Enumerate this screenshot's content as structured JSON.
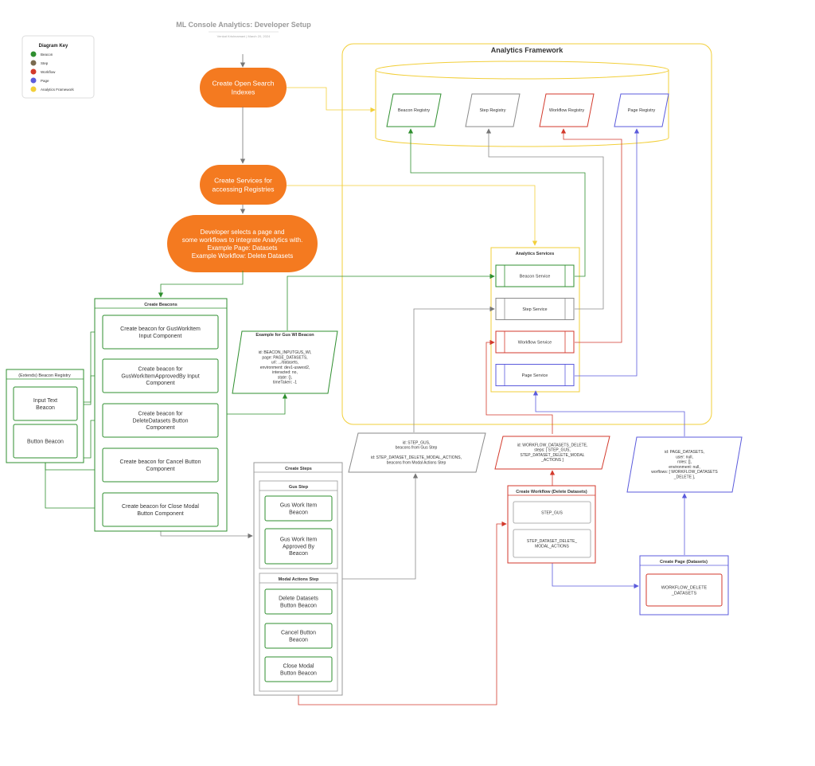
{
  "header": {
    "title": "ML Console Analytics: Developer Setup",
    "subtitle": "Venkat Krishnamani  |  March 20, 2024"
  },
  "key": {
    "title": "Diagram Key",
    "items": [
      {
        "label": "Beacon",
        "color": "#2f8f2f"
      },
      {
        "label": "Step",
        "color": "#7a6a4f"
      },
      {
        "label": "Workflow",
        "color": "#d33a2c"
      },
      {
        "label": "Page",
        "color": "#5b5bdc"
      },
      {
        "label": "Analytics Framework",
        "color": "#f2cf3a"
      }
    ]
  },
  "framework": {
    "title": "Analytics Framework",
    "registries": [
      "Beacon Registry",
      "Step Registry",
      "Workflow Registry",
      "Page Registry"
    ],
    "services_title": "Analytics Services",
    "services": [
      "Beacon Service",
      "Step Service",
      "Workflow Service",
      "Page Service"
    ]
  },
  "flow": {
    "step1": [
      "Create Open Search",
      "Indexes"
    ],
    "step2": [
      "Create Services for",
      "accessing Registries"
    ],
    "step3": [
      "Developer selects a page and",
      "some workflows to integrate Analytics with.",
      "Example Page: Datasets",
      "Example Workflow: Delete Datasets"
    ]
  },
  "beacons": {
    "title": "Create Beacons",
    "items": [
      [
        "Create beacon for GusWorkItem",
        "Input Component"
      ],
      [
        "Create beacon for",
        "GusWorkItemApprovedBy Input",
        "Component"
      ],
      [
        "Create beacon for",
        "DeleteDatasets Button",
        "Component"
      ],
      [
        "Create beacon for Cancel Button",
        "Component"
      ],
      [
        "Create beacon for Close Modal",
        "Button Component"
      ]
    ]
  },
  "extends": {
    "title": "(Extends) Beacon Registry",
    "items": [
      [
        "Input Text",
        "Beacon"
      ],
      [
        "Button Beacon"
      ]
    ]
  },
  "example_beacon": {
    "title": "Example for Gus WI Beacon",
    "lines": [
      "id: BEACON_INPUTGUS_WI,",
      "page: PAGE_DATASETS,",
      "url: .../datasets,",
      "environment: dev1-uswest2,",
      "interacted: no,",
      "state: {},",
      "timeTaken: -1"
    ]
  },
  "steps": {
    "title": "Create Steps",
    "gus_title": "Gus Step",
    "gus_items": [
      [
        "Gus Work Item",
        "Beacon"
      ],
      [
        "Gus Work Item",
        "Approved By",
        "Beacon"
      ]
    ],
    "modal_title": "Modal Actions Step",
    "modal_items": [
      [
        "Delete Datasets",
        "Button Beacon"
      ],
      [
        "Cancel Button",
        "Beacon"
      ],
      [
        "Close Modal",
        "Button Beacon"
      ]
    ]
  },
  "step_example": {
    "lines": [
      "id: STEP_GUS,",
      "beacons from Gus Step",
      "",
      "id: STEP_DATASET_DELETE_MODAL_ACTIONS,",
      "beacons from Modal Actions Step"
    ]
  },
  "workflow_example": {
    "lines": [
      "id: WORKFLOW_DATASETS_DELETE,",
      "steps: [ STEP_GUS,",
      "STEP_DATASET_DELETE_MODAL",
      "_ACTIONS ]"
    ]
  },
  "workflow": {
    "title": "Create Workflow (Delete Datasets)",
    "items": [
      [
        "STEP_GUS"
      ],
      [
        "STEP_DATASET_DELETE_",
        "MODAL_ACTIONS"
      ]
    ]
  },
  "page_example": {
    "lines": [
      "id: PAGE_DATASETS,",
      "user: null,",
      "roles: [],",
      "environment: null,",
      "worflows: [ WORKFLOW_DATASETS",
      "_DELETE ],"
    ]
  },
  "page": {
    "title": "Create Page (Datasets)",
    "items": [
      [
        "WORKFLOW_DELETE",
        "_DATASETS"
      ]
    ]
  },
  "colors": {
    "beacon": "#2f8f2f",
    "step": "#7a6a4f",
    "workflow": "#d33a2c",
    "page": "#5b5bdc",
    "framework": "#f2cf3a",
    "orange": "#f47a20",
    "stepline": "#8a8a8a",
    "text": "#333333"
  }
}
